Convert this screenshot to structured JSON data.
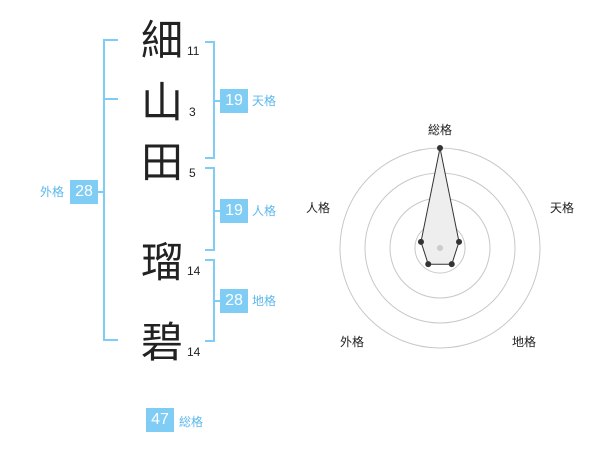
{
  "name": {
    "characters": [
      {
        "char": "細",
        "strokes": "11"
      },
      {
        "char": "山",
        "strokes": "3"
      },
      {
        "char": "田",
        "strokes": "5"
      },
      {
        "char": "瑠",
        "strokes": "14"
      },
      {
        "char": "碧",
        "strokes": "14"
      }
    ]
  },
  "kakusu": {
    "gaikaku": {
      "value": "28",
      "label": "外格"
    },
    "tenkaku": {
      "value": "19",
      "label": "天格"
    },
    "jinkaku": {
      "value": "19",
      "label": "人格"
    },
    "chikaku": {
      "value": "28",
      "label": "地格"
    },
    "soukaku": {
      "value": "47",
      "label": "総格"
    }
  },
  "colors": {
    "accent": "#7fcdf5",
    "accent_text": "#5bb8ec",
    "text": "#222222",
    "ring": "#c8c8c8",
    "polygon_fill": "#eeeeee",
    "polygon_stroke": "#333333"
  },
  "chart_data": {
    "type": "radar",
    "axes": [
      "総格",
      "天格",
      "地格",
      "外格",
      "人格"
    ],
    "values": [
      5,
      1,
      1,
      1,
      1
    ],
    "range": [
      0,
      5
    ],
    "rings": 4
  }
}
